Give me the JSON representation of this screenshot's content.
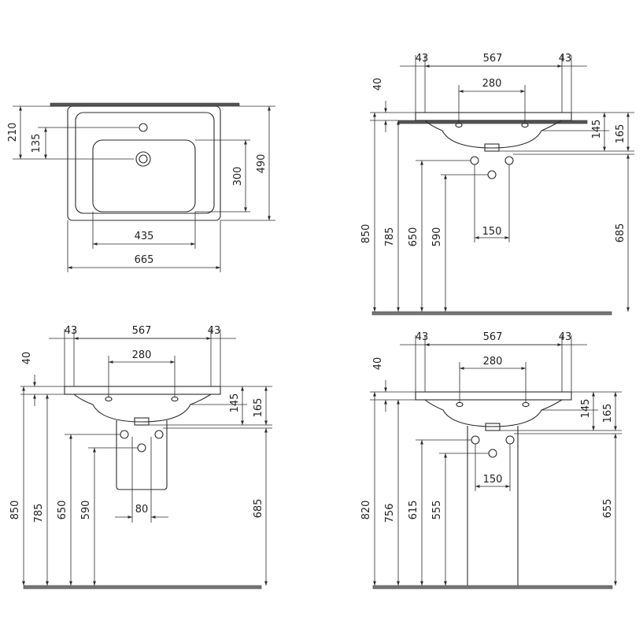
{
  "views": {
    "top": {
      "labels": {
        "d210": "210",
        "d135": "135",
        "d300": "300",
        "d490": "490",
        "d435": "435",
        "d665": "665"
      }
    },
    "wall_front": {
      "labels": {
        "d43l": "43",
        "d567": "567",
        "d43r": "43",
        "d280": "280",
        "d40": "40",
        "d145": "145",
        "d165": "165",
        "d850": "850",
        "d785": "785",
        "d650": "650",
        "d590": "590",
        "d150": "150",
        "d685": "685"
      }
    },
    "semi_pedestal": {
      "labels": {
        "d43l": "43",
        "d567": "567",
        "d43r": "43",
        "d280": "280",
        "d40": "40",
        "d145": "145",
        "d165": "165",
        "d850": "850",
        "d785": "785",
        "d650": "650",
        "d590": "590",
        "d80": "80",
        "d685": "685"
      }
    },
    "full_pedestal": {
      "labels": {
        "d43l": "43",
        "d567": "567",
        "d43r": "43",
        "d280": "280",
        "d40": "40",
        "d145": "145",
        "d165": "165",
        "d820": "820",
        "d756": "756",
        "d615": "615",
        "d555": "555",
        "d150": "150",
        "d655": "655"
      }
    }
  }
}
